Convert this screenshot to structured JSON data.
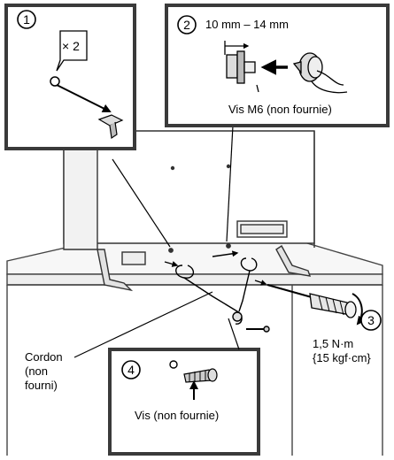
{
  "steps": {
    "s1": "1",
    "s2": "2",
    "s3": "3",
    "s4": "4"
  },
  "panel1": {
    "quantity": "× 2"
  },
  "panel2": {
    "dimension": "10 mm – 14 mm",
    "screw_label": "Vis M6 (non fournie)"
  },
  "panel4": {
    "screw_label": "Vis (non fournie)"
  },
  "labels": {
    "cord_line1": "Cordon",
    "cord_line2": "(non",
    "cord_line3": "fourni)",
    "torque_line1": "1,5 N·m",
    "torque_line2": "{15 kgf·cm}"
  },
  "colors": {
    "ink": "#000000",
    "panel_border": "#3a3a3a",
    "gray_fill": "#d8d8d8",
    "light_fill": "#efefef"
  },
  "icons": [
    "screw-icon",
    "arrow-left-icon",
    "rotation-arrow-icon",
    "screwdriver-icon",
    "tv-stand-icon"
  ]
}
